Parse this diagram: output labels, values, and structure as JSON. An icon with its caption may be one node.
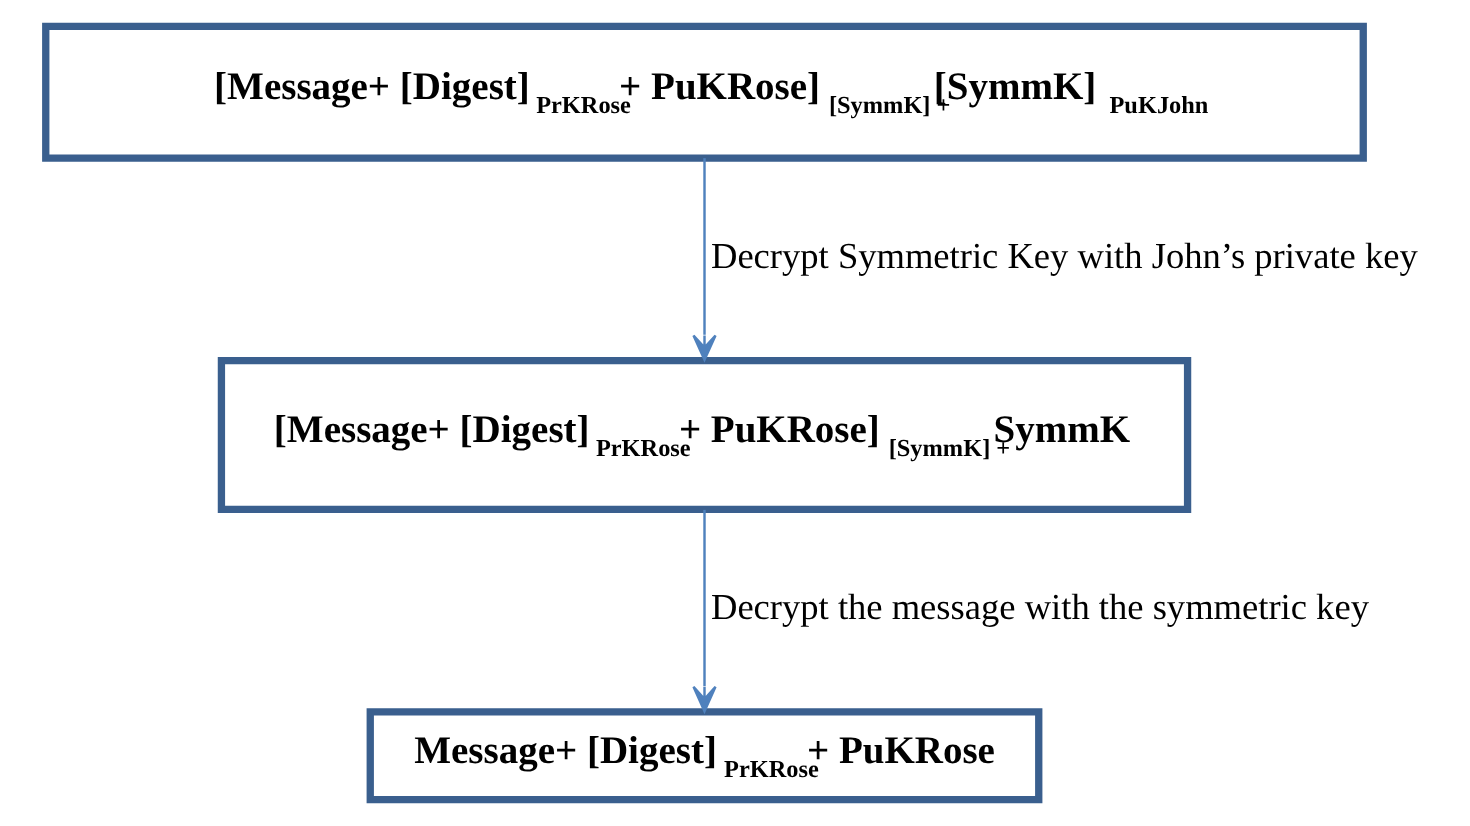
{
  "diagram": {
    "nodes": [
      {
        "text": [
          "[Message+ [Digest] $_{PrKRose}$+ PuKRose] $_{[SymmK] +}$[SymmK] $_{PuKJohn}$"
        ]
      },
      {
        "text": [
          "[Message+ [Digest] $_{PrKRose}$+ PuKRose] $_{[SymmK] +}$SymmK"
        ]
      },
      {
        "text": [
          "Message+ [Digest] $_{PrKRose}$+ PuKRose"
        ]
      }
    ],
    "edges": [
      {
        "from": 0,
        "to": 1,
        "arrow": "to",
        "label": "Decrypt Symmetric Key with John’s private key"
      },
      {
        "from": 1,
        "to": 2,
        "arrow": "to",
        "label": "Decrypt the message with the symmetric key"
      }
    ]
  }
}
